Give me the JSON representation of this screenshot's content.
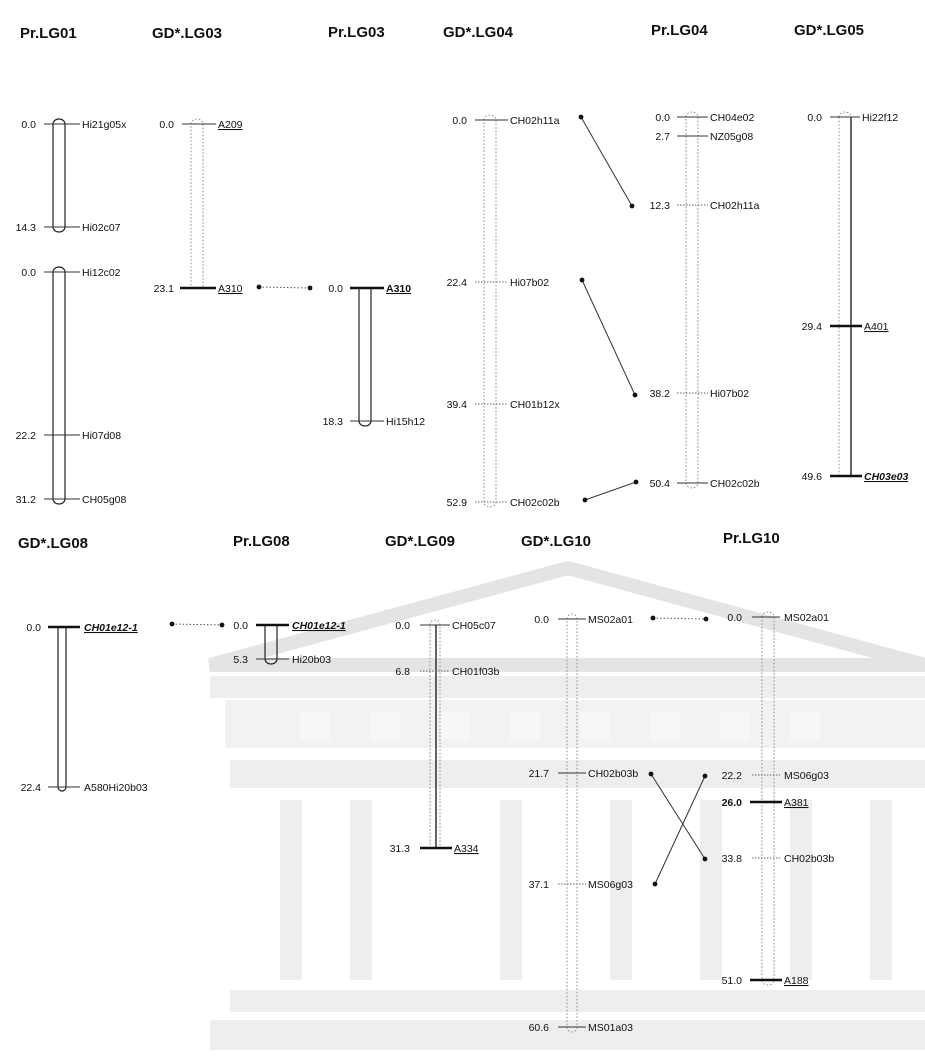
{
  "linkage_groups": [
    {
      "title": "Pr.LG01"
    },
    {
      "title": "GD*.LG03"
    },
    {
      "title": "Pr.LG03"
    },
    {
      "title": "GD*.LG04"
    },
    {
      "title": "Pr.LG04"
    },
    {
      "title": "GD*.LG05"
    },
    {
      "title": "GD*.LG08"
    },
    {
      "title": "Pr.LG08"
    },
    {
      "title": "GD*.LG09"
    },
    {
      "title": "GD*.LG10"
    },
    {
      "title": "Pr.LG10"
    }
  ],
  "chromosomes": [
    {
      "group": "Pr.LG01",
      "style": "solid",
      "markers": [
        {
          "pos": "0.0",
          "name": "Hi21g05x"
        },
        {
          "pos": "14.3",
          "name": "Hi02c07"
        }
      ]
    },
    {
      "group": "Pr.LG01",
      "style": "solid",
      "markers": [
        {
          "pos": "0.0",
          "name": "Hi12c02"
        },
        {
          "pos": "22.2",
          "name": "Hi07d08"
        },
        {
          "pos": "31.2",
          "name": "CH05g08"
        }
      ]
    },
    {
      "group": "GD*.LG03",
      "style": "dotted",
      "markers": [
        {
          "pos": "0.0",
          "name": "A209"
        },
        {
          "pos": "23.1",
          "name": "A310"
        }
      ]
    },
    {
      "group": "Pr.LG03",
      "style": "solid",
      "markers": [
        {
          "pos": "0.0",
          "name": "A310"
        },
        {
          "pos": "18.3",
          "name": "Hi15h12"
        }
      ]
    },
    {
      "group": "GD*.LG04",
      "style": "dotted",
      "markers": [
        {
          "pos": "0.0",
          "name": "CH02h11a"
        },
        {
          "pos": "22.4",
          "name": "Hi07b02"
        },
        {
          "pos": "39.4",
          "name": "CH01b12x"
        },
        {
          "pos": "52.9",
          "name": "CH02c02b"
        }
      ]
    },
    {
      "group": "Pr.LG04",
      "style": "dotted",
      "markers": [
        {
          "pos": "0.0",
          "name": "CH04e02"
        },
        {
          "pos": "2.7",
          "name": "NZ05g08"
        },
        {
          "pos": "12.3",
          "name": "CH02h11a"
        },
        {
          "pos": "38.2",
          "name": "Hi07b02"
        },
        {
          "pos": "50.4",
          "name": "CH02c02b"
        }
      ]
    },
    {
      "group": "GD*.LG05",
      "style": "mixed",
      "markers": [
        {
          "pos": "0.0",
          "name": "Hi22f12"
        },
        {
          "pos": "29.4",
          "name": "A401"
        },
        {
          "pos": "49.6",
          "name": "CH03e03"
        }
      ]
    },
    {
      "group": "GD*.LG08",
      "style": "solid",
      "markers": [
        {
          "pos": "0.0",
          "name": "CH01e12-1"
        },
        {
          "pos": "22.4",
          "name": "A580Hi20b03"
        }
      ]
    },
    {
      "group": "Pr.LG08",
      "style": "solid",
      "markers": [
        {
          "pos": "0.0",
          "name": "CH01e12-1"
        },
        {
          "pos": "5.3",
          "name": "Hi20b03"
        }
      ]
    },
    {
      "group": "GD*.LG09",
      "style": "solid",
      "markers": [
        {
          "pos": "0.0",
          "name": "CH05c07"
        },
        {
          "pos": "6.8",
          "name": "CH01f03b"
        },
        {
          "pos": "31.3",
          "name": "A334"
        }
      ]
    },
    {
      "group": "GD*.LG10",
      "style": "dotted",
      "markers": [
        {
          "pos": "0.0",
          "name": "MS02a01"
        },
        {
          "pos": "21.7",
          "name": "CH02b03b"
        },
        {
          "pos": "37.1",
          "name": "MS06g03"
        },
        {
          "pos": "60.6",
          "name": "MS01a03"
        }
      ]
    },
    {
      "group": "Pr.LG10",
      "style": "dotted",
      "markers": [
        {
          "pos": "0.0",
          "name": "MS02a01"
        },
        {
          "pos": "22.2",
          "name": "MS06g03"
        },
        {
          "pos": "26.0",
          "name": "A381"
        },
        {
          "pos": "33.8",
          "name": "CH02b03b"
        },
        {
          "pos": "51.0",
          "name": "A188"
        }
      ]
    }
  ],
  "colors": {
    "ink": "#111111",
    "watermark": "#e6e6e6",
    "dotted_line": "#888888"
  }
}
